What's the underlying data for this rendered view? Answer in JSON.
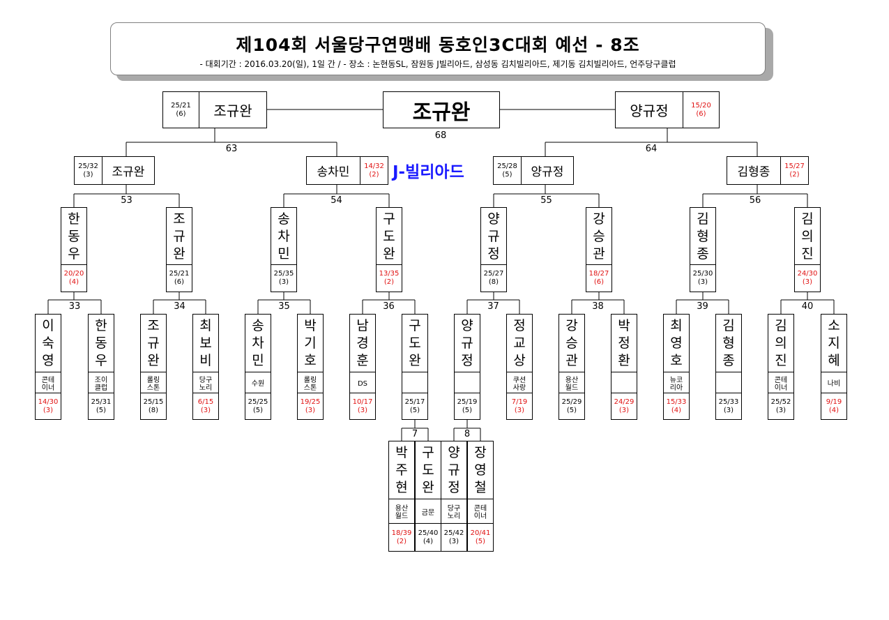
{
  "header": {
    "title": "제104회 서울당구연맹배 동호인3C대회 예선 - 8조",
    "subtitle": "- 대회기간 : 2016.03.20(일), 1일 간 / - 장소 : 논현동SL, 잠원동 J빌리아드, 삼성동 김치빌리아드, 제기동 김치빌리아드, 언주당구클럽"
  },
  "venue_label": "J-빌리아드",
  "champion": {
    "name": "조규완",
    "match": "68"
  },
  "final": [
    {
      "name": "조규완",
      "s1": "25/21",
      "s2": "(6)",
      "red": false
    },
    {
      "name": "양규정",
      "s1": "15/20",
      "s2": "(6)",
      "red": true
    }
  ],
  "semi": [
    {
      "match": "63",
      "a": {
        "name": "조규완",
        "s1": "25/32",
        "s2": "(3)",
        "red": false
      },
      "b": {
        "name": "송차민",
        "s1": "14/32",
        "s2": "(2)",
        "red": true
      }
    },
    {
      "match": "64",
      "a": {
        "name": "양규정",
        "s1": "25/28",
        "s2": "(5)",
        "red": false
      },
      "b": {
        "name": "김형종",
        "s1": "15/27",
        "s2": "(2)",
        "red": true
      }
    }
  ],
  "quarter": [
    {
      "match": "53",
      "players": [
        {
          "name": "한동우",
          "s1": "20/20",
          "s2": "(4)",
          "red": true
        },
        {
          "name": "조규완",
          "s1": "25/21",
          "s2": "(6)",
          "red": false
        }
      ]
    },
    {
      "match": "54",
      "players": [
        {
          "name": "송차민",
          "s1": "25/35",
          "s2": "(3)",
          "red": false
        },
        {
          "name": "구도완",
          "s1": "13/35",
          "s2": "(2)",
          "red": true
        }
      ]
    },
    {
      "match": "55",
      "players": [
        {
          "name": "양규정",
          "s1": "25/27",
          "s2": "(8)",
          "red": false
        },
        {
          "name": "강승관",
          "s1": "18/27",
          "s2": "(6)",
          "red": true
        }
      ]
    },
    {
      "match": "56",
      "players": [
        {
          "name": "김형종",
          "s1": "25/30",
          "s2": "(3)",
          "red": false
        },
        {
          "name": "김의진",
          "s1": "24/30",
          "s2": "(3)",
          "red": true
        }
      ]
    }
  ],
  "round1": [
    {
      "match": "33",
      "players": [
        {
          "name": "이숙영",
          "club": "콘테\n이너",
          "s1": "14/30",
          "s2": "(3)",
          "red": true
        },
        {
          "name": "한동우",
          "club": "조이\n클럽",
          "s1": "25/31",
          "s2": "(5)",
          "red": false
        }
      ]
    },
    {
      "match": "34",
      "players": [
        {
          "name": "조규완",
          "club": "롤링\n스톤",
          "s1": "25/15",
          "s2": "(8)",
          "red": false
        },
        {
          "name": "최보비",
          "club": "당구\n노리",
          "s1": "6/15",
          "s2": "(3)",
          "red": true
        }
      ]
    },
    {
      "match": "35",
      "players": [
        {
          "name": "송차민",
          "club": "수원",
          "s1": "25/25",
          "s2": "(5)",
          "red": false
        },
        {
          "name": "박기호",
          "club": "롤링\n스톤",
          "s1": "19/25",
          "s2": "(3)",
          "red": true
        }
      ]
    },
    {
      "match": "36",
      "players": [
        {
          "name": "남경훈",
          "club": "DS",
          "s1": "10/17",
          "s2": "(3)",
          "red": true
        },
        {
          "name": "구도완",
          "club": "",
          "s1": "25/17",
          "s2": "(5)",
          "red": false
        }
      ]
    },
    {
      "match": "37",
      "players": [
        {
          "name": "양규정",
          "club": "",
          "s1": "25/19",
          "s2": "(5)",
          "red": false
        },
        {
          "name": "정교상",
          "club": "쿠션\n사랑",
          "s1": "7/19",
          "s2": "(3)",
          "red": true
        }
      ]
    },
    {
      "match": "38",
      "players": [
        {
          "name": "강승관",
          "club": "용산\n월드",
          "s1": "25/29",
          "s2": "(5)",
          "red": false
        },
        {
          "name": "박정환",
          "club": "",
          "s1": "24/29",
          "s2": "(3)",
          "red": true
        }
      ]
    },
    {
      "match": "39",
      "players": [
        {
          "name": "최영호",
          "club": "뉴코\n리아",
          "s1": "15/33",
          "s2": "(4)",
          "red": true
        },
        {
          "name": "김형종",
          "club": "",
          "s1": "25/33",
          "s2": "(3)",
          "red": false
        }
      ]
    },
    {
      "match": "40",
      "players": [
        {
          "name": "김의진",
          "club": "콘테\n이너",
          "s1": "25/52",
          "s2": "(3)",
          "red": false
        },
        {
          "name": "소지혜",
          "club": "나비",
          "s1": "9/19",
          "s2": "(4)",
          "red": true
        }
      ]
    }
  ],
  "prelim": [
    {
      "match": "7",
      "players": [
        {
          "name": "박주현",
          "club": "용산\n월드",
          "s1": "18/39",
          "s2": "(2)",
          "red": true
        },
        {
          "name": "구도완",
          "club": "금문",
          "s1": "25/40",
          "s2": "(4)",
          "red": false
        }
      ]
    },
    {
      "match": "8",
      "players": [
        {
          "name": "양규정",
          "club": "당구\n노리",
          "s1": "25/42",
          "s2": "(3)",
          "red": false
        },
        {
          "name": "장영철",
          "club": "콘테\n이너",
          "s1": "20/41",
          "s2": "(5)",
          "red": true
        }
      ]
    }
  ]
}
